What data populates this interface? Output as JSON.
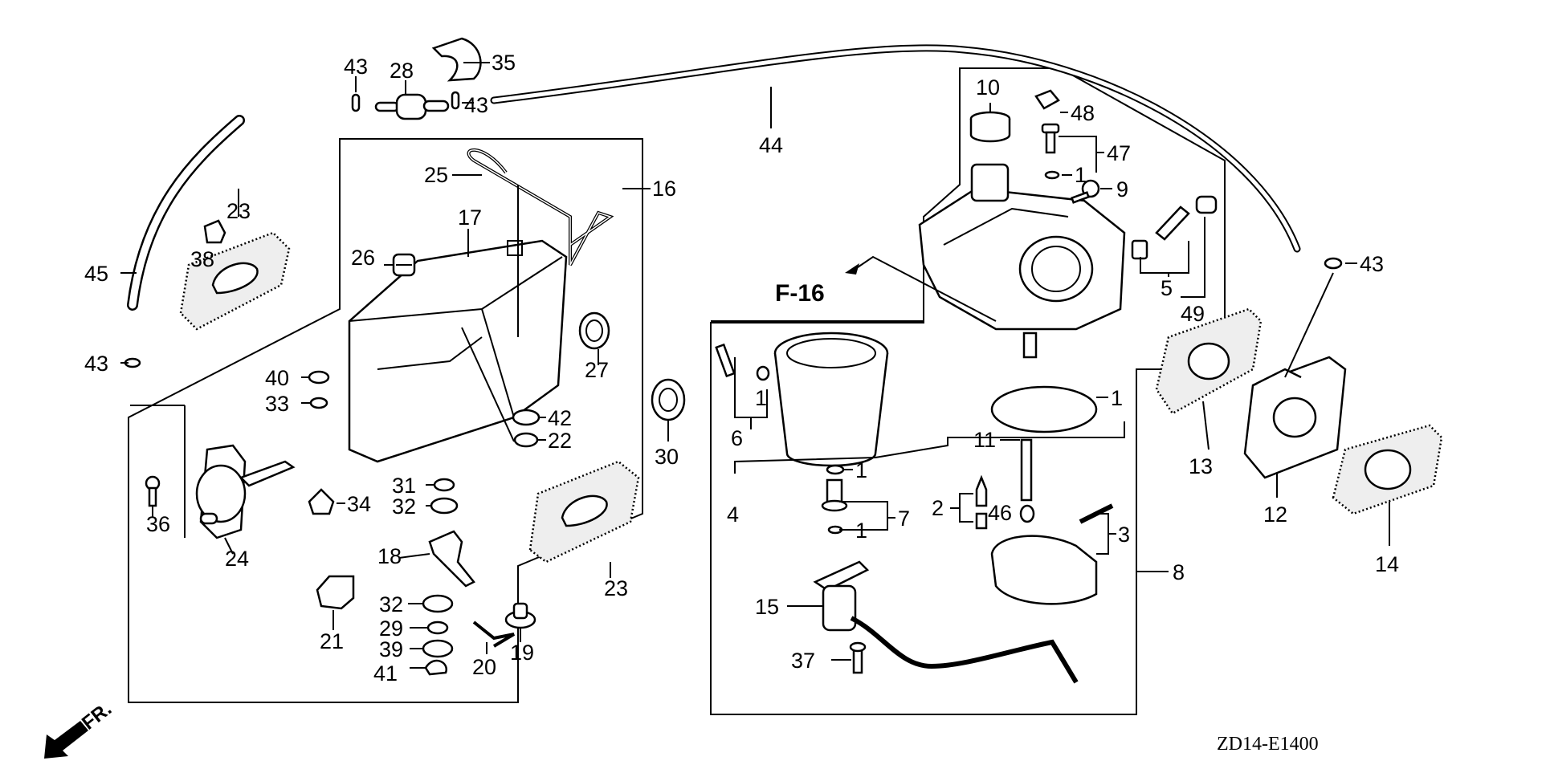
{
  "diagram": {
    "title_code": "ZD14-E1400",
    "direction_marker": "FR.",
    "reference_figure": "F-16",
    "callouts": {
      "c1a": "1",
      "c1b": "1",
      "c1c": "1",
      "c1d": "1",
      "c1e": "1",
      "c2": "2",
      "c3": "3",
      "c4": "4",
      "c5": "5",
      "c6": "6",
      "c7": "7",
      "c8": "8",
      "c9": "9",
      "c10": "10",
      "c11": "11",
      "c12": "12",
      "c13": "13",
      "c14": "14",
      "c15": "15",
      "c16": "16",
      "c17": "17",
      "c18": "18",
      "c19": "19",
      "c20": "20",
      "c21": "21",
      "c22": "22",
      "c23a": "23",
      "c23b": "23",
      "c24": "24",
      "c25": "25",
      "c26": "26",
      "c27": "27",
      "c28": "28",
      "c29": "29",
      "c30": "30",
      "c31": "31",
      "c32a": "32",
      "c32b": "32",
      "c33": "33",
      "c34": "34",
      "c35": "35",
      "c36": "36",
      "c37": "37",
      "c38": "38",
      "c39": "39",
      "c40": "40",
      "c41": "41",
      "c42": "42",
      "c43a": "43",
      "c43b": "43",
      "c43c": "43",
      "c43d": "43",
      "c44": "44",
      "c45": "45",
      "c46": "46",
      "c47": "47",
      "c48": "48",
      "c49": "49"
    }
  }
}
